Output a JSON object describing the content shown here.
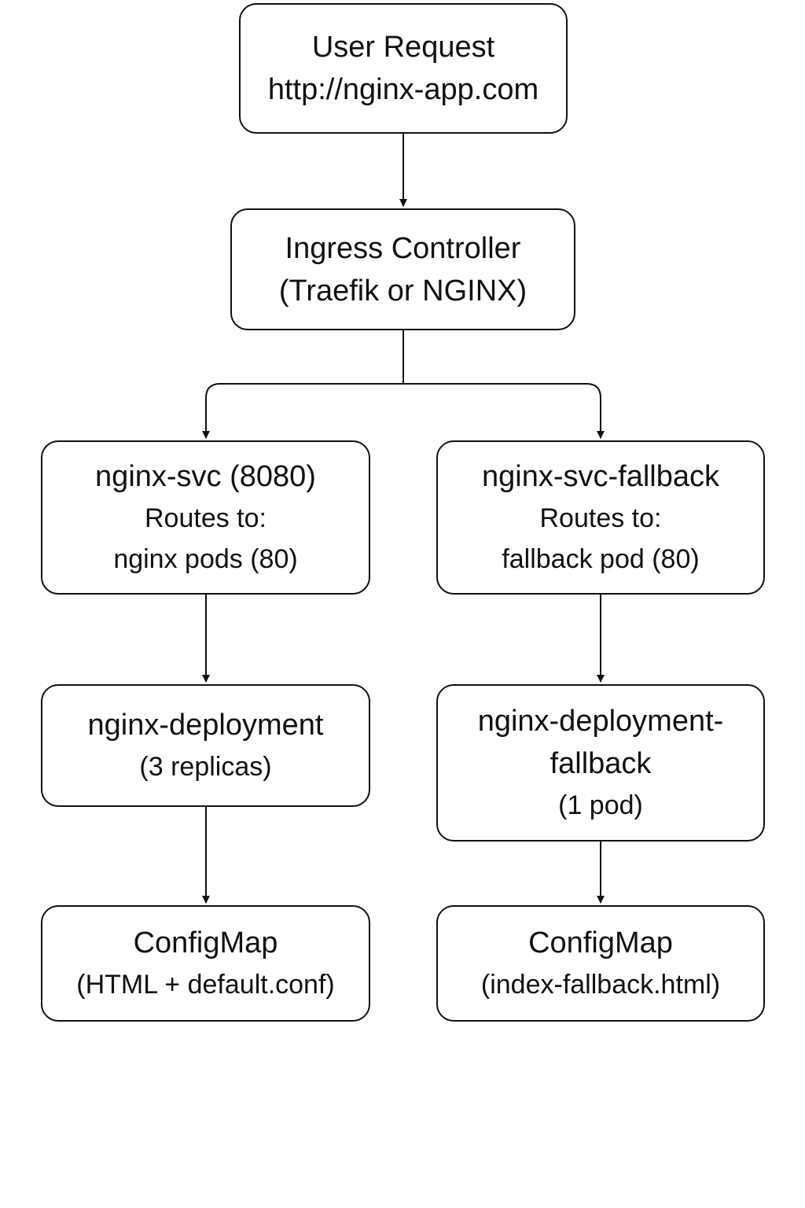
{
  "nodes": {
    "user_request": {
      "title": "User Request",
      "subtitle": "http://nginx-app.com"
    },
    "ingress": {
      "title": "Ingress Controller",
      "subtitle": "(Traefik or NGINX)"
    },
    "nginx_svc": {
      "title": "nginx-svc (8080)",
      "routes_label": "Routes to:",
      "target": "nginx pods (80)"
    },
    "nginx_svc_fallback": {
      "title": "nginx-svc-fallback",
      "routes_label": "Routes to:",
      "target": "fallback pod (80)"
    },
    "nginx_deployment": {
      "title": "nginx-deployment",
      "subtitle": "(3 replicas)"
    },
    "nginx_deployment_fallback": {
      "title_line1": "nginx-deployment-",
      "title_line2": "fallback",
      "subtitle": "(1 pod)"
    },
    "configmap": {
      "title": "ConfigMap",
      "subtitle": "(HTML + default.conf)"
    },
    "configmap_fallback": {
      "title": "ConfigMap",
      "subtitle": "(index-fallback.html)"
    }
  },
  "colors": {
    "stroke": "#111111",
    "background": "#ffffff",
    "text": "#111111"
  }
}
